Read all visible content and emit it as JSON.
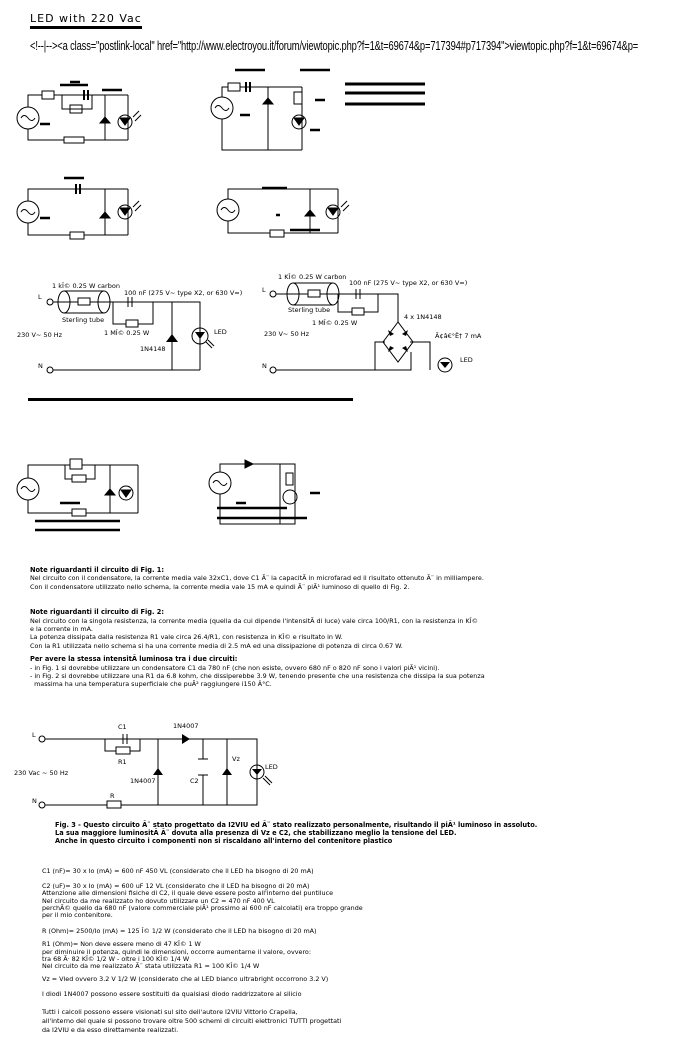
{
  "title": "LED with 220 Vac",
  "source_line": "<!--|--><a class=\"postlink-local\" href=\"http://www.electroyou.it/forum/viewtopic.php?f=1&t=69674&p=717394#p717394\">viewtopic.php?f=1&t=69674&p=",
  "fig1": {
    "r_label": "1 kÎ©  0.25 W carbon",
    "c_label": "100 nF (275 V~ type X2, or 630 V=)",
    "tube": "Sterling tube",
    "r2": "1 MÎ©  0.25 W",
    "src": "230 V~ 50 Hz",
    "diode": "1N4148",
    "led": "LED",
    "l": "L",
    "n": "N"
  },
  "fig2": {
    "r_label": "1 KÎ©  0.25 W carbon",
    "c_label": "100 nF (275 V~ type X2, or 630 V=)",
    "tube": "Sterling tube",
    "r2": "1 MÎ©  0.25 W",
    "src": "230 V~ 50 Hz",
    "bridge": "4 x 1N4148",
    "current": "Ã¢â€°Ë† 7 mA",
    "led": "LED",
    "l": "L",
    "n": "N"
  },
  "notes": {
    "h1": "Note riguardanti il circuito di Fig. 1:",
    "p1a": "Nel circuito con il condensatore, la corrente media vale 32xC1, dove C1 Ã¨ la capacitÃ  in microfarad ed il risultato ottenuto Ã¨ in milliampere.",
    "p1b": "Con il condensatore utilizzato nello schema, la corrente media vale 15 mA e quindi Ã¨ piÃ¹ luminoso di quello di Fig. 2.",
    "h2": "Note riguardanti il circuito di Fig. 2:",
    "p2a": "Nel circuito con la singola resistenza,  la corrente media (quella da cui dipende l'intensitÃ  di luce) vale circa 100/R1, con la resistenza in KÎ©",
    "p2b": "e la corrente in mA.",
    "p2c": "La potenza dissipata dalla resistenza R1 vale circa 26.4/R1, con resistenza in KÎ© e risultato in W.",
    "p2d": "Con la R1 utilizzata nello schema si ha una corrente media di 2.5 mA ed una dissipazione di potenza di circa 0.67 W.",
    "h3": "Per avere la stessa intensitÃ  luminosa tra i due circuiti:",
    "p3a": "- in Fig. 1 si dovrebbe utilizzare un condensatore C1 da 780 nF (che non esiste, ovvero 680 nF o 820 nF sono i valori piÃ¹ vicini).",
    "p3b": "- in Fig. 2 si dovrebbe utilizzare una R1 da 6.8 kohm, che dissiperebbe 3.9 W, tenendo presente che una resistenza che dissipa la sua potenza",
    "p3c": "  massima ha una temperatura superficiale che puÃ² raggiungere i150 Â°C."
  },
  "fig3": {
    "l": "L",
    "n": "N",
    "c1": "C1",
    "r1": "R1",
    "d1": "1N4007",
    "d2": "1N4007",
    "src": "230 Vac ~ 50 Hz",
    "r": "R",
    "c2": "C2",
    "vz": "Vz",
    "led": "LED",
    "caption": [
      "Fig. 3 - Questo circuito Ã¨ stato progettato da I2VIU ed Ã¨ stato realizzato personalmente, risultando il piÃ¹ luminoso in assoluto.",
      "La sua maggiore luminositÃ  Ã¨ dovuta alla presenza di Vz e C2, che stabilizzano meglio la tensione del LED.",
      "Anche in questo circuito i componenti non si riscaldano all'interno del contenitore plastico"
    ]
  },
  "calc": [
    [
      "C1 (nF)= 30 x Io (mA) = 600 nF 450 VL (considerato che il LED ha bisogno di 20 mA)"
    ],
    [
      "C2 (uF)= 30 x Io (mA) = 600 uF 12 VL (considerato che il LED ha bisogno di 20 mA)",
      "Attenzione alle dimensioni fisiche di C2, il quale deve essere posto all'interno del puntiluce",
      "Nel circuito da me realizzato ho dovuto utilizzare un C2 = 470 nF 400 VL",
      "perchÃ© quello da 680 nF (valore commerciale piÃ¹ prossimo ai 600 nF calcolati) era troppo grande",
      "per il mio contenitore."
    ],
    [
      "R (Ohm)= 2500/Io (mA) = 125 Î©  1/2 W (considerato che il LED ha bisogno di 20 mA)"
    ],
    [
      "R1 (Ohm)= Non deve essere meno di 47 KÎ© 1 W",
      "per diminuire il potenza, quindi le dimensioni, occorre aumentarne il valore, ovvero:",
      "tra 68 Ã· 82 KÎ© 1/2 W - oltre i 100 KÎ© 1/4 W",
      "Nel circuito da me realizzato Ã¨ stata utilizzata R1 = 100 KÎ© 1/4 W"
    ],
    [
      "Vz = Vled ovvero 3.2 V   1/2 W (considerato che al LED bianco ultrabright occorrono 3.2 V)"
    ],
    [
      "I diodi 1N4007 possono essere sostituiti da qualsiasi diodo raddrizzatore al silicio"
    ],
    [
      "Tutti i calcoli possono essere visionati sul sito dell'autore I2VIU Vittorio Crapella,",
      "all'interno del quale si possono trovare oltre 500 schemi di circuiti elettronici TUTTI progettati",
      "da I2VIU e da esso direttamente realizzati."
    ]
  ]
}
